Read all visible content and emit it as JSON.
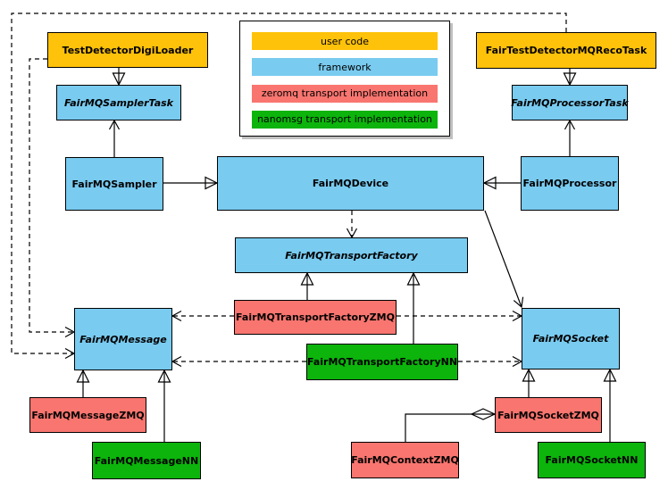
{
  "legend": {
    "items": [
      {
        "label": "user code",
        "color": "#FFC20A",
        "category": "user-code"
      },
      {
        "label": "framework",
        "color": "#79CBF0",
        "category": "framework"
      },
      {
        "label": "zeromq transport implementation",
        "color": "#F9756F",
        "category": "zeromq"
      },
      {
        "label": "nanomsg transport implementation",
        "color": "#0CB40C",
        "category": "nanomsg"
      }
    ]
  },
  "nodes": {
    "digiLoader": {
      "label": "TestDetectorDigiLoader",
      "category": "user-code",
      "abstract": false
    },
    "recoTask": {
      "label": "FairTestDetectorMQRecoTask",
      "category": "user-code",
      "abstract": false
    },
    "samplerTask": {
      "label": "FairMQSamplerTask",
      "category": "framework",
      "abstract": true
    },
    "processorTask": {
      "label": "FairMQProcessorTask",
      "category": "framework",
      "abstract": true
    },
    "sampler": {
      "label": "FairMQSampler",
      "category": "framework",
      "abstract": false
    },
    "device": {
      "label": "FairMQDevice",
      "category": "framework",
      "abstract": false
    },
    "processor": {
      "label": "FairMQProcessor",
      "category": "framework",
      "abstract": false
    },
    "transportFactory": {
      "label": "FairMQTransportFactory",
      "category": "framework",
      "abstract": true
    },
    "transportFactoryZMQ": {
      "label": "FairMQTransportFactoryZMQ",
      "category": "zeromq",
      "abstract": false
    },
    "transportFactoryNN": {
      "label": "FairMQTransportFactoryNN",
      "category": "nanomsg",
      "abstract": false
    },
    "message": {
      "label": "FairMQMessage",
      "category": "framework",
      "abstract": true
    },
    "socket": {
      "label": "FairMQSocket",
      "category": "framework",
      "abstract": true
    },
    "messageZMQ": {
      "label": "FairMQMessageZMQ",
      "category": "zeromq",
      "abstract": false
    },
    "messageNN": {
      "label": "FairMQMessageNN",
      "category": "nanomsg",
      "abstract": false
    },
    "contextZMQ": {
      "label": "FairMQContextZMQ",
      "category": "zeromq",
      "abstract": false
    },
    "socketZMQ": {
      "label": "FairMQSocketZMQ",
      "category": "zeromq",
      "abstract": false
    },
    "socketNN": {
      "label": "FairMQSocketNN",
      "category": "nanomsg",
      "abstract": false
    }
  },
  "edges": [
    {
      "from": "digiLoader",
      "to": "samplerTask",
      "type": "inheritance"
    },
    {
      "from": "recoTask",
      "to": "processorTask",
      "type": "inheritance"
    },
    {
      "from": "sampler",
      "to": "device",
      "type": "inheritance"
    },
    {
      "from": "processor",
      "to": "device",
      "type": "inheritance"
    },
    {
      "from": "transportFactoryZMQ",
      "to": "transportFactory",
      "type": "inheritance"
    },
    {
      "from": "transportFactoryNN",
      "to": "transportFactory",
      "type": "inheritance"
    },
    {
      "from": "messageZMQ",
      "to": "message",
      "type": "inheritance"
    },
    {
      "from": "messageNN",
      "to": "message",
      "type": "inheritance"
    },
    {
      "from": "socketZMQ",
      "to": "socket",
      "type": "inheritance"
    },
    {
      "from": "socketNN",
      "to": "socket",
      "type": "inheritance"
    },
    {
      "from": "sampler",
      "to": "samplerTask",
      "type": "association"
    },
    {
      "from": "processor",
      "to": "processorTask",
      "type": "association"
    },
    {
      "from": "device",
      "to": "socket",
      "type": "association"
    },
    {
      "from": "device",
      "to": "transportFactory",
      "type": "dependency"
    },
    {
      "from": "transportFactoryZMQ",
      "to": "message",
      "type": "dependency"
    },
    {
      "from": "transportFactoryZMQ",
      "to": "socket",
      "type": "dependency"
    },
    {
      "from": "transportFactoryNN",
      "to": "message",
      "type": "dependency"
    },
    {
      "from": "transportFactoryNN",
      "to": "socket",
      "type": "dependency"
    },
    {
      "from": "digiLoader",
      "to": "message",
      "type": "dependency"
    },
    {
      "from": "recoTask",
      "to": "message",
      "type": "dependency"
    },
    {
      "from": "contextZMQ",
      "to": "socketZMQ",
      "type": "composition"
    }
  ]
}
